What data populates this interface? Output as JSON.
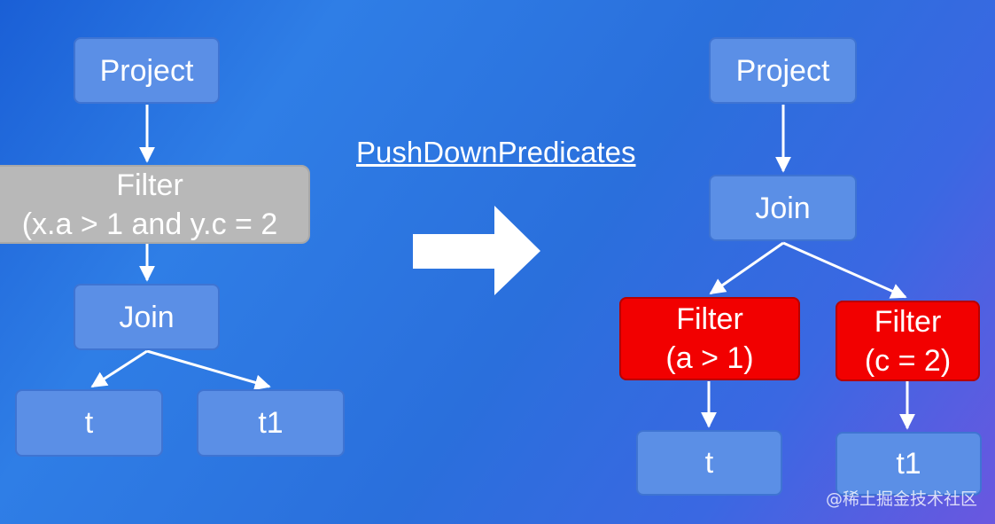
{
  "before_tree": {
    "project": "Project",
    "filter_title": "Filter",
    "filter_predicate": "(x.a > 1 and y.c = 2",
    "join": "Join",
    "left_table": "t",
    "right_table": "t1"
  },
  "rule": {
    "name": "PushDownPredicates"
  },
  "after_tree": {
    "project": "Project",
    "join": "Join",
    "left_filter_title": "Filter",
    "left_filter_predicate": "(a > 1)",
    "right_filter_title": "Filter",
    "right_filter_predicate": "(c = 2)",
    "left_table": "t",
    "right_table": "t1"
  },
  "watermark": "@稀土掘金技术社区",
  "colors": {
    "node_blue": "#5b8fe6",
    "filter_gray": "#b8b8b8",
    "filter_red": "#f20000",
    "edge": "#ffffff"
  }
}
